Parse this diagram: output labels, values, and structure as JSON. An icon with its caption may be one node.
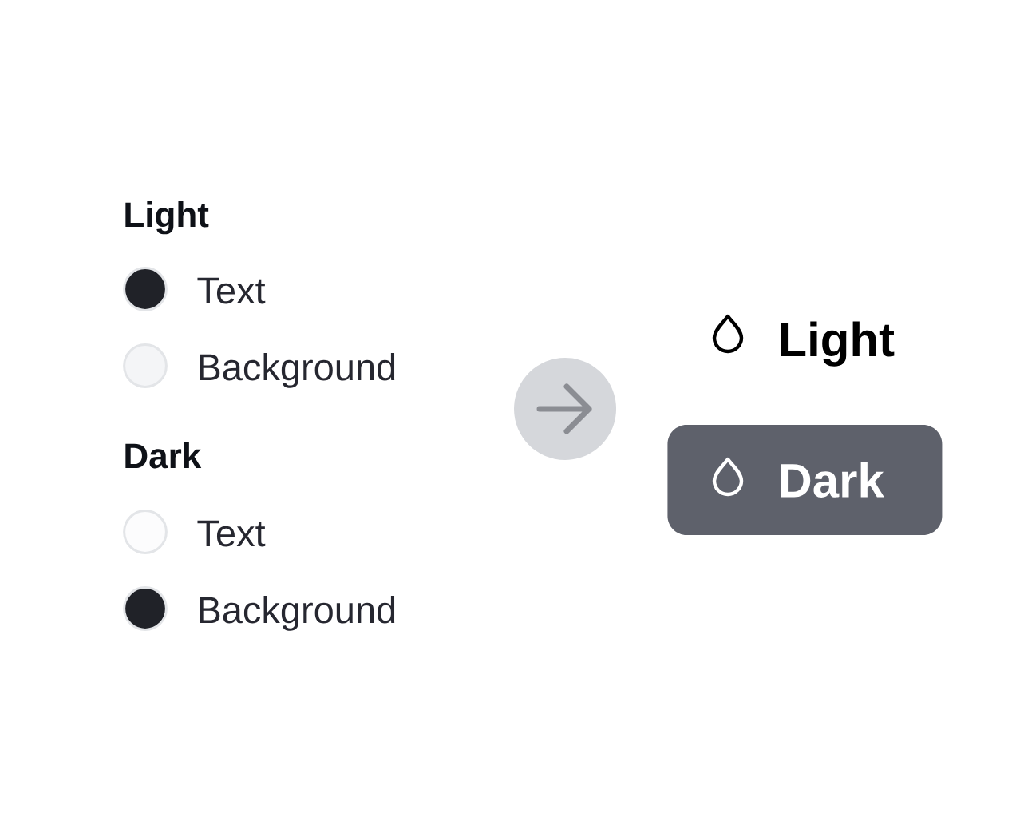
{
  "diagram": {
    "nodes": [
      {
        "text": [],
        "shape": "circle"
      },
      {
        "text": [
          "Light"
        ]
      },
      {
        "text": [
          "Dark"
        ]
      }
    ],
    "labels": [
      "Light",
      "Dark"
    ],
    "legend": [
      {
        "text": "Text",
        "color": "#202228"
      },
      {
        "text": "Background",
        "color": "#f4f5f7"
      },
      {
        "text": "Text",
        "color": "#fcfcfd"
      },
      {
        "text": "Background",
        "color": "#202228"
      }
    ]
  }
}
